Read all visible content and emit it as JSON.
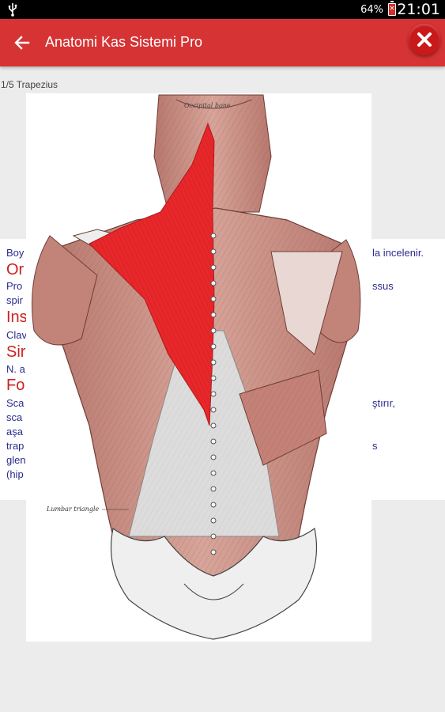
{
  "status_bar": {
    "battery_percent": "64%",
    "time": "21:01",
    "icons": [
      "usb-icon",
      "battery-charging-icon"
    ]
  },
  "app_bar": {
    "title": "Anatomi Kas Sistemi Pro",
    "back_icon": "arrow-back-icon",
    "close_icon": "close-icon"
  },
  "pager": {
    "label": "1/5 Trapezius"
  },
  "detail_panel": {
    "intro_left": "Boy",
    "intro_right": "la incelenir.",
    "origin_head": "Or",
    "origin_line1_left": "Pro",
    "origin_line1_right": "ssus",
    "origin_line2": "spir",
    "insertion_head": "Ins",
    "insertion_line": "Clav",
    "nerve_head": "Sir",
    "nerve_line": "N. a",
    "function_head": "Fo",
    "function_lines_left": [
      "Sca",
      "sca",
      "aşa",
      "trap",
      "glen",
      "(hip"
    ],
    "function_line1_right": "ştırır,",
    "function_line4_right": "s"
  },
  "figure": {
    "label_lumbar": "Lumbar triangle",
    "label_neck": "Occipital bone",
    "highlight_color": "#e8272a",
    "muscle_color": "#c98a80"
  }
}
